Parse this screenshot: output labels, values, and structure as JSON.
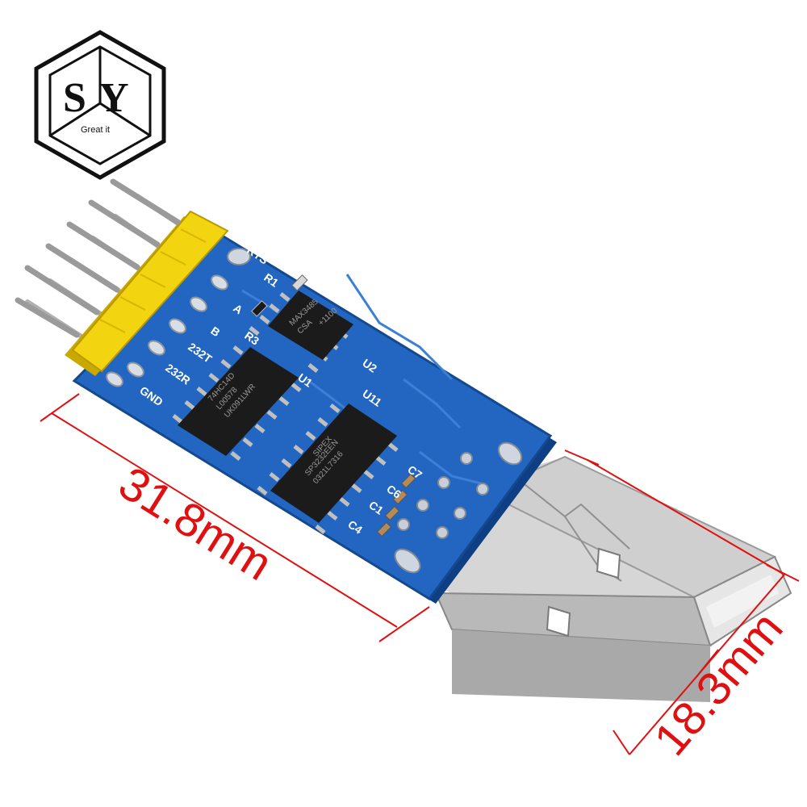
{
  "logo": {
    "letters": "SY",
    "tagline": "Great it"
  },
  "board": {
    "pin_labels": [
      "RTS",
      "A",
      "B",
      "232T",
      "232R",
      "GND"
    ],
    "component_labels": [
      "R1",
      "R3",
      "U2",
      "U1",
      "U11",
      "C7",
      "C6",
      "C1",
      "C4"
    ],
    "chips": {
      "u1_text": [
        "74HC14D",
        "L00578",
        "UK091LWR"
      ],
      "u2_text": [
        "MAX3485",
        "CSA",
        "+1100"
      ],
      "u11_text": [
        "SIPEX",
        "SP3232EEN",
        "0321L7316"
      ]
    }
  },
  "dimensions": {
    "length": "31.8mm",
    "width": "18.3mm",
    "line_color": "#e01010"
  },
  "colors": {
    "pcb": "#1f5fb8",
    "header": "#f2d410",
    "usb_metal": "#c9c9c9"
  }
}
